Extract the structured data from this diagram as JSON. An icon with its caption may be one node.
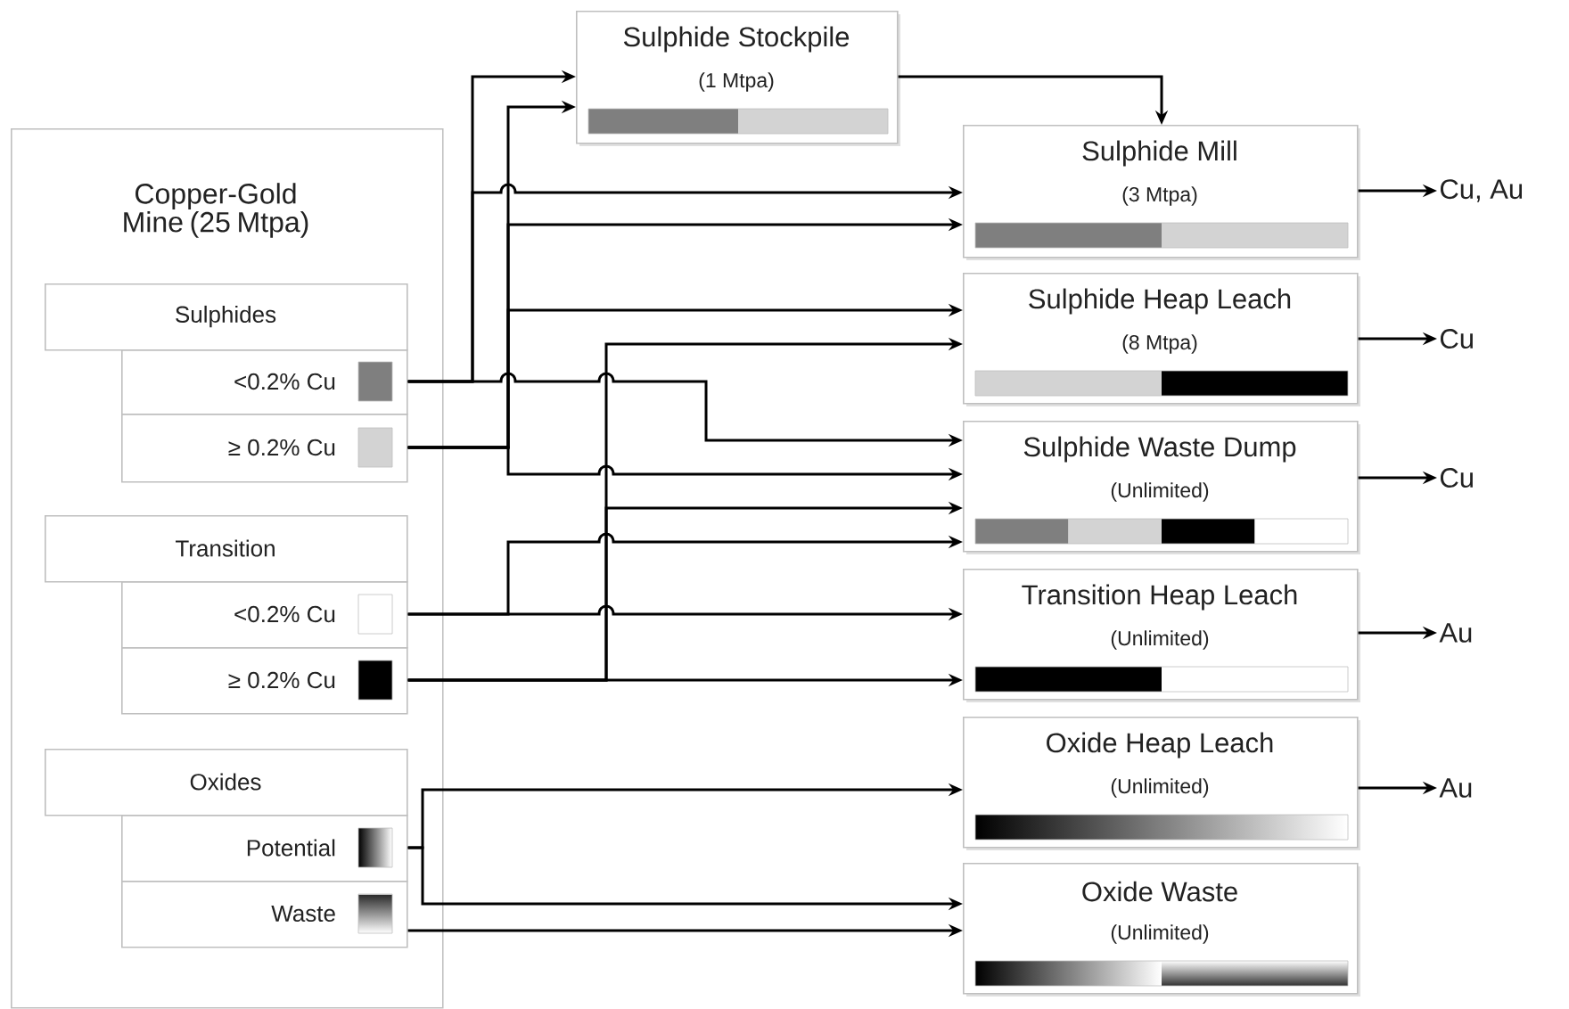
{
  "diagram": {
    "nodes": [
      {
        "text": [
          "Copper-Gold Mine (25 Mtpa)"
        ]
      },
      {
        "text": [
          "Sulphides"
        ],
        "in": 0
      },
      {
        "text": [
          "<0.2% Cu"
        ],
        "in": 0
      },
      {
        "text": [
          "≥ 0.2% Cu"
        ],
        "in": 0
      },
      {
        "text": [
          "Transition"
        ],
        "in": 0
      },
      {
        "text": [
          "<0.2% Cu"
        ],
        "in": 0
      },
      {
        "text": [
          "≥ 0.2% Cu"
        ],
        "in": 0
      },
      {
        "text": [
          "Oxides"
        ],
        "in": 0
      },
      {
        "text": [
          "Potential"
        ],
        "in": 0
      },
      {
        "text": [
          "Waste"
        ],
        "in": 0
      },
      {
        "text": [
          "Sulphide Stockpile",
          "(1 Mtpa)"
        ]
      },
      {
        "text": [
          "Sulphide Mill",
          "(3 Mtpa)"
        ]
      },
      {
        "text": [
          "Sulphide Heap Leach",
          "(8 Mtpa)"
        ]
      },
      {
        "text": [
          "Sulphide Waste Dump",
          "(Unlimited)"
        ]
      },
      {
        "text": [
          "Transition Heap Leach",
          "(Unlimited)"
        ]
      },
      {
        "text": [
          "Oxide Heap Leach",
          "(Unlimited)"
        ]
      },
      {
        "text": [
          "Oxide Waste",
          "(Unlimited)"
        ]
      },
      {
        "text": [
          "Cu, Au"
        ]
      },
      {
        "text": [
          "Cu"
        ]
      },
      {
        "text": [
          "Cu"
        ]
      },
      {
        "text": [
          "Au"
        ]
      },
      {
        "text": [
          "Au"
        ]
      }
    ],
    "edges": [
      {
        "from": 2,
        "to": 10,
        "arrow": "to"
      },
      {
        "from": 2,
        "to": 11,
        "arrow": "to"
      },
      {
        "from": 2,
        "to": 13,
        "arrow": "to"
      },
      {
        "from": 3,
        "to": 10,
        "arrow": "to"
      },
      {
        "from": 3,
        "to": 11,
        "arrow": "to"
      },
      {
        "from": 3,
        "to": 12,
        "arrow": "to"
      },
      {
        "from": 3,
        "to": 13,
        "arrow": "to"
      },
      {
        "from": 6,
        "to": 12,
        "arrow": "to"
      },
      {
        "from": 6,
        "to": 13,
        "arrow": "to"
      },
      {
        "from": 6,
        "to": 14,
        "arrow": "to"
      },
      {
        "from": 5,
        "to": 13,
        "arrow": "to"
      },
      {
        "from": 5,
        "to": 14,
        "arrow": "to"
      },
      {
        "from": 8,
        "to": 15,
        "arrow": "to"
      },
      {
        "from": 8,
        "to": 16,
        "arrow": "to"
      },
      {
        "from": 9,
        "to": 16,
        "arrow": "to"
      },
      {
        "from": 10,
        "to": 11,
        "arrow": "to"
      },
      {
        "from": 11,
        "to": 17,
        "arrow": "to"
      },
      {
        "from": 12,
        "to": 18,
        "arrow": "to"
      },
      {
        "from": 13,
        "to": 19,
        "arrow": "to"
      },
      {
        "from": 14,
        "to": 20,
        "arrow": "to"
      },
      {
        "from": 15,
        "to": 21,
        "arrow": "to"
      }
    ]
  }
}
